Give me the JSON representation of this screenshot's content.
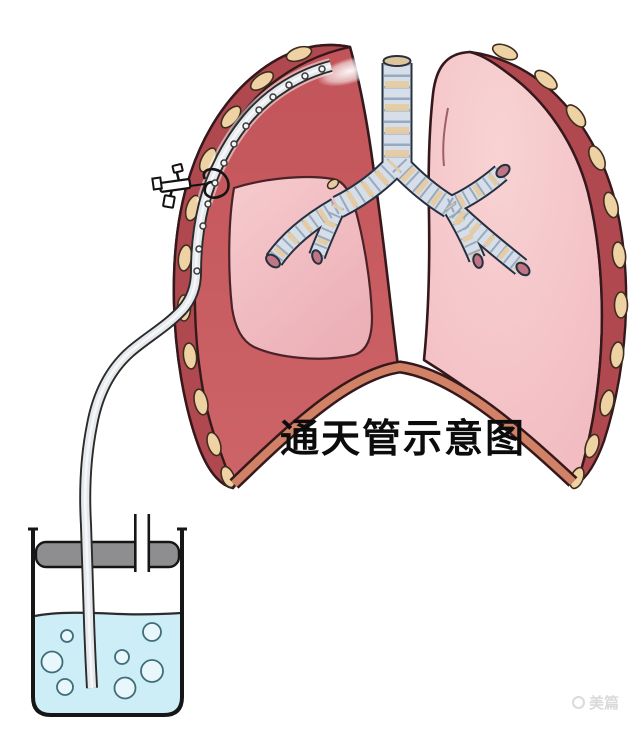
{
  "title": {
    "text": "通天管示意图"
  },
  "watermark": {
    "icon": "meipian-logo-icon",
    "text": "美篇"
  },
  "palette": {
    "chest_wall": "#b04850",
    "pleural_cavity": "#c75f64",
    "collapsed_lung_pink": "#f3c0c4",
    "right_lung_pink": "#f5c4c7",
    "airway_body": "#d5dee9",
    "cartilage_tan": "#e5cca4",
    "rib_tan": "#eed2a4",
    "diaphragm_salmon": "#d08166",
    "drain_tube_gray": "#e5e8ec",
    "water_blue": "#cdeef6",
    "stopper_gray": "#8e8e90",
    "outline_dark": "#2b1a1a",
    "title_color": "#0c0c0c"
  },
  "diagram": {
    "parts": [
      "right-lung",
      "collapsed-left-lung",
      "left-pleural-cavity",
      "chest-wall",
      "ribs",
      "trachea",
      "bronchi",
      "diaphragm",
      "fenestrated-chest-tube",
      "tube-stopcock",
      "fixation-loop",
      "water-seal-bottle",
      "bottle-stopper",
      "air-vent-tube",
      "water",
      "air-bubbles"
    ]
  }
}
